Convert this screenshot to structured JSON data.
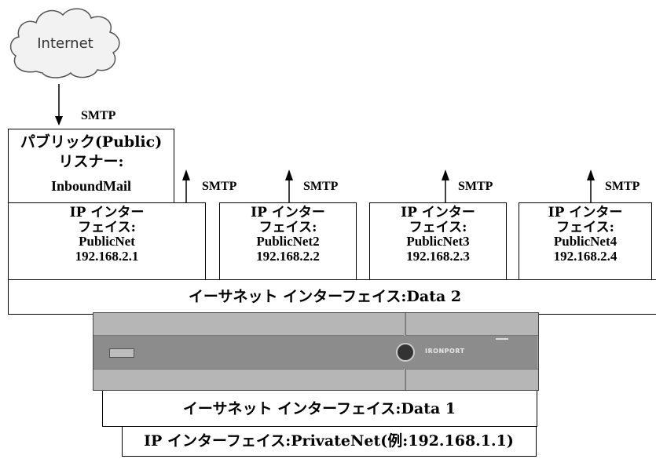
{
  "cloud": {
    "label": "Internet"
  },
  "smtp": "SMTP",
  "listener": {
    "line1": "パブリック(Public)",
    "line2": "リスナー:",
    "line3": "InboundMail"
  },
  "interfaces": [
    {
      "line1": "IP インター",
      "line2": "フェイス:",
      "name": "PublicNet",
      "ip": "192.168.2.1"
    },
    {
      "line1": "IP インター",
      "line2": "フェイス:",
      "name": "PublicNet2",
      "ip": "192.168.2.2"
    },
    {
      "line1": "IP インター",
      "line2": "フェイス:",
      "name": "PublicNet3",
      "ip": "192.168.2.3"
    },
    {
      "line1": "IP インター",
      "line2": "フェイス:",
      "name": "PublicNet4",
      "ip": "192.168.2.4"
    }
  ],
  "ethernet2": "イーサネット インターフェイス:Data 2",
  "ethernet1": "イーサネット インターフェイス:Data 1",
  "appliance": {
    "brand": "IRONPORT"
  },
  "private_ip": "IP インターフェイス:PrivateNet(例:192.168.1.1)"
}
